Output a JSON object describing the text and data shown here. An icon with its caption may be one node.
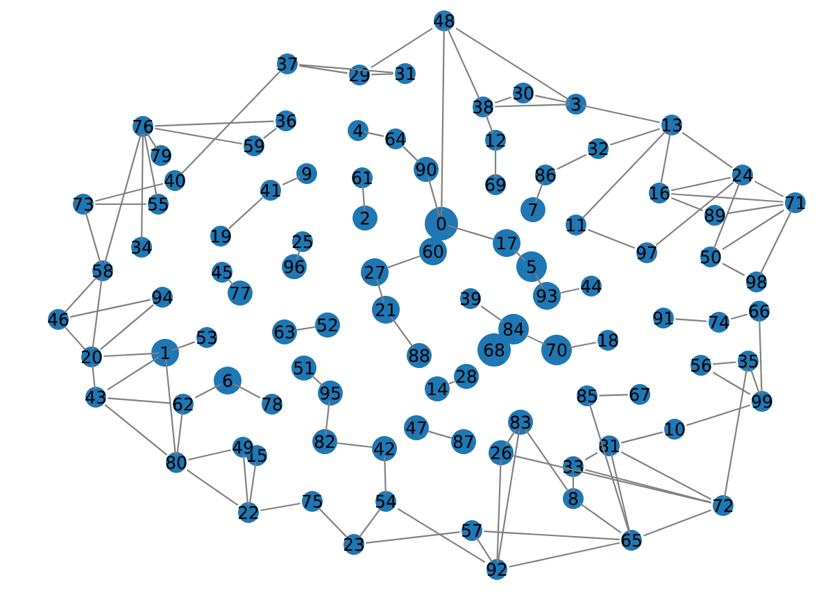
{
  "diagram": {
    "nodes": [
      {
        "text": [
          "0"
        ]
      },
      {
        "text": [
          "1"
        ]
      },
      {
        "text": [
          "2"
        ]
      },
      {
        "text": [
          "3"
        ]
      },
      {
        "text": [
          "4"
        ]
      },
      {
        "text": [
          "5"
        ]
      },
      {
        "text": [
          "6"
        ]
      },
      {
        "text": [
          "7"
        ]
      },
      {
        "text": [
          "8"
        ]
      },
      {
        "text": [
          "9"
        ]
      },
      {
        "text": [
          "10"
        ]
      },
      {
        "text": [
          "11"
        ]
      },
      {
        "text": [
          "12"
        ]
      },
      {
        "text": [
          "13"
        ]
      },
      {
        "text": [
          "14"
        ]
      },
      {
        "text": [
          "15"
        ]
      },
      {
        "text": [
          "16"
        ]
      },
      {
        "text": [
          "17"
        ]
      },
      {
        "text": [
          "18"
        ]
      },
      {
        "text": [
          "19"
        ]
      },
      {
        "text": [
          "20"
        ]
      },
      {
        "text": [
          "21"
        ]
      },
      {
        "text": [
          "22"
        ]
      },
      {
        "text": [
          "23"
        ]
      },
      {
        "text": [
          "24"
        ]
      },
      {
        "text": [
          "25"
        ]
      },
      {
        "text": [
          "26"
        ]
      },
      {
        "text": [
          "27"
        ]
      },
      {
        "text": [
          "28"
        ]
      },
      {
        "text": [
          "29"
        ]
      },
      {
        "text": [
          "30"
        ]
      },
      {
        "text": [
          "31"
        ]
      },
      {
        "text": [
          "32"
        ]
      },
      {
        "text": [
          "33"
        ]
      },
      {
        "text": [
          "34"
        ]
      },
      {
        "text": [
          "35"
        ]
      },
      {
        "text": [
          "36"
        ]
      },
      {
        "text": [
          "37"
        ]
      },
      {
        "text": [
          "38"
        ]
      },
      {
        "text": [
          "39"
        ]
      },
      {
        "text": [
          "40"
        ]
      },
      {
        "text": [
          "41"
        ]
      },
      {
        "text": [
          "42"
        ]
      },
      {
        "text": [
          "43"
        ]
      },
      {
        "text": [
          "44"
        ]
      },
      {
        "text": [
          "45"
        ]
      },
      {
        "text": [
          "46"
        ]
      },
      {
        "text": [
          "47"
        ]
      },
      {
        "text": [
          "48"
        ]
      },
      {
        "text": [
          "49"
        ]
      },
      {
        "text": [
          "50"
        ]
      },
      {
        "text": [
          "51"
        ]
      },
      {
        "text": [
          "52"
        ]
      },
      {
        "text": [
          "53"
        ]
      },
      {
        "text": [
          "54"
        ]
      },
      {
        "text": [
          "55"
        ]
      },
      {
        "text": [
          "56"
        ]
      },
      {
        "text": [
          "57"
        ]
      },
      {
        "text": [
          "58"
        ]
      },
      {
        "text": [
          "59"
        ]
      },
      {
        "text": [
          "60"
        ]
      },
      {
        "text": [
          "61"
        ]
      },
      {
        "text": [
          "62"
        ]
      },
      {
        "text": [
          "63"
        ]
      },
      {
        "text": [
          "64"
        ]
      },
      {
        "text": [
          "65"
        ]
      },
      {
        "text": [
          "66"
        ]
      },
      {
        "text": [
          "67"
        ]
      },
      {
        "text": [
          "68"
        ]
      },
      {
        "text": [
          "69"
        ]
      },
      {
        "text": [
          "70"
        ]
      },
      {
        "text": [
          "71"
        ]
      },
      {
        "text": [
          "72"
        ]
      },
      {
        "text": [
          "73"
        ]
      },
      {
        "text": [
          "74"
        ]
      },
      {
        "text": [
          "75"
        ]
      },
      {
        "text": [
          "76"
        ]
      },
      {
        "text": [
          "77"
        ]
      },
      {
        "text": [
          "78"
        ]
      },
      {
        "text": [
          "79"
        ]
      },
      {
        "text": [
          "80"
        ]
      },
      {
        "text": [
          "81"
        ]
      },
      {
        "text": [
          "82"
        ]
      },
      {
        "text": [
          "83"
        ]
      },
      {
        "text": [
          "84"
        ]
      },
      {
        "text": [
          "85"
        ]
      },
      {
        "text": [
          "86"
        ]
      },
      {
        "text": [
          "87"
        ]
      },
      {
        "text": [
          "88"
        ]
      },
      {
        "text": [
          "89"
        ]
      },
      {
        "text": [
          "90"
        ]
      },
      {
        "text": [
          "91"
        ]
      },
      {
        "text": [
          "92"
        ]
      },
      {
        "text": [
          "93"
        ]
      },
      {
        "text": [
          "94"
        ]
      },
      {
        "text": [
          "95"
        ]
      },
      {
        "text": [
          "96"
        ]
      },
      {
        "text": [
          "97"
        ]
      },
      {
        "text": [
          "98"
        ]
      },
      {
        "text": [
          "99"
        ]
      }
    ],
    "edges": [
      {
        "from": 48,
        "to": 38,
        "arrow": "none"
      },
      {
        "from": 48,
        "to": 3,
        "arrow": "none"
      },
      {
        "from": 48,
        "to": 0,
        "arrow": "none"
      },
      {
        "from": 48,
        "to": 29,
        "arrow": "none"
      },
      {
        "from": 37,
        "to": 29,
        "arrow": "none"
      },
      {
        "from": 37,
        "to": 40,
        "arrow": "none"
      },
      {
        "from": 37,
        "to": 31,
        "arrow": "none"
      },
      {
        "from": 76,
        "to": 36,
        "arrow": "none"
      },
      {
        "from": 76,
        "to": 79,
        "arrow": "none"
      },
      {
        "from": 76,
        "to": 55,
        "arrow": "none"
      },
      {
        "from": 76,
        "to": 58,
        "arrow": "none"
      },
      {
        "from": 76,
        "to": 59,
        "arrow": "none"
      },
      {
        "from": 76,
        "to": 34,
        "arrow": "none"
      },
      {
        "from": 73,
        "to": 55,
        "arrow": "none"
      },
      {
        "from": 73,
        "to": 58,
        "arrow": "none"
      },
      {
        "from": 73,
        "to": 40,
        "arrow": "none"
      },
      {
        "from": 13,
        "to": 3,
        "arrow": "none"
      },
      {
        "from": 13,
        "to": 32,
        "arrow": "none"
      },
      {
        "from": 13,
        "to": 24,
        "arrow": "none"
      },
      {
        "from": 13,
        "to": 16,
        "arrow": "none"
      },
      {
        "from": 13,
        "to": 11,
        "arrow": "none"
      },
      {
        "from": 24,
        "to": 71,
        "arrow": "none"
      },
      {
        "from": 24,
        "to": 16,
        "arrow": "none"
      },
      {
        "from": 24,
        "to": 50,
        "arrow": "none"
      },
      {
        "from": 24,
        "to": 97,
        "arrow": "none"
      },
      {
        "from": 71,
        "to": 89,
        "arrow": "none"
      },
      {
        "from": 71,
        "to": 16,
        "arrow": "none"
      },
      {
        "from": 71,
        "to": 50,
        "arrow": "none"
      },
      {
        "from": 71,
        "to": 98,
        "arrow": "none"
      },
      {
        "from": 3,
        "to": 30,
        "arrow": "none"
      },
      {
        "from": 3,
        "to": 38,
        "arrow": "none"
      },
      {
        "from": 99,
        "to": 35,
        "arrow": "none"
      },
      {
        "from": 99,
        "to": 10,
        "arrow": "none"
      },
      {
        "from": 99,
        "to": 66,
        "arrow": "none"
      },
      {
        "from": 99,
        "to": 56,
        "arrow": "none"
      },
      {
        "from": 72,
        "to": 65,
        "arrow": "none"
      },
      {
        "from": 72,
        "to": 35,
        "arrow": "none"
      },
      {
        "from": 72,
        "to": 81,
        "arrow": "none"
      },
      {
        "from": 72,
        "to": 33,
        "arrow": "none"
      },
      {
        "from": 72,
        "to": 26,
        "arrow": "none"
      },
      {
        "from": 65,
        "to": 81,
        "arrow": "none"
      },
      {
        "from": 65,
        "to": 57,
        "arrow": "none"
      },
      {
        "from": 65,
        "to": 85,
        "arrow": "none"
      },
      {
        "from": 65,
        "to": 8,
        "arrow": "none"
      },
      {
        "from": 92,
        "to": 57,
        "arrow": "none"
      },
      {
        "from": 92,
        "to": 26,
        "arrow": "none"
      },
      {
        "from": 92,
        "to": 65,
        "arrow": "none"
      },
      {
        "from": 92,
        "to": 83,
        "arrow": "none"
      },
      {
        "from": 92,
        "to": 54,
        "arrow": "none"
      },
      {
        "from": 22,
        "to": 80,
        "arrow": "none"
      },
      {
        "from": 22,
        "to": 75,
        "arrow": "none"
      },
      {
        "from": 22,
        "to": 15,
        "arrow": "none"
      },
      {
        "from": 22,
        "to": 49,
        "arrow": "none"
      },
      {
        "from": 23,
        "to": 75,
        "arrow": "none"
      },
      {
        "from": 23,
        "to": 54,
        "arrow": "none"
      },
      {
        "from": 23,
        "to": 57,
        "arrow": "none"
      },
      {
        "from": 80,
        "to": 62,
        "arrow": "none"
      },
      {
        "from": 80,
        "to": 43,
        "arrow": "none"
      },
      {
        "from": 80,
        "to": 49,
        "arrow": "none"
      },
      {
        "from": 80,
        "to": 1,
        "arrow": "none"
      },
      {
        "from": 43,
        "to": 20,
        "arrow": "none"
      },
      {
        "from": 43,
        "to": 62,
        "arrow": "none"
      },
      {
        "from": 43,
        "to": 1,
        "arrow": "none"
      },
      {
        "from": 46,
        "to": 20,
        "arrow": "none"
      },
      {
        "from": 46,
        "to": 94,
        "arrow": "none"
      },
      {
        "from": 46,
        "to": 58,
        "arrow": "none"
      },
      {
        "from": 20,
        "to": 1,
        "arrow": "none"
      },
      {
        "from": 20,
        "to": 58,
        "arrow": "none"
      },
      {
        "from": 20,
        "to": 94,
        "arrow": "none"
      },
      {
        "from": 8,
        "to": 33,
        "arrow": "none"
      },
      {
        "from": 8,
        "to": 83,
        "arrow": "none"
      },
      {
        "from": 0,
        "to": 90,
        "arrow": "none"
      },
      {
        "from": 0,
        "to": 17,
        "arrow": "none"
      },
      {
        "from": 5,
        "to": 93,
        "arrow": "none"
      },
      {
        "from": 70,
        "to": 84,
        "arrow": "none"
      },
      {
        "from": 27,
        "to": 21,
        "arrow": "none"
      },
      {
        "from": 2,
        "to": 61,
        "arrow": "none"
      },
      {
        "from": 25,
        "to": 96,
        "arrow": "none"
      },
      {
        "from": 52,
        "to": 63,
        "arrow": "none"
      },
      {
        "from": 51,
        "to": 95,
        "arrow": "none"
      },
      {
        "from": 14,
        "to": 28,
        "arrow": "none"
      },
      {
        "from": 88,
        "to": 21,
        "arrow": "none"
      },
      {
        "from": 17,
        "to": 5,
        "arrow": "none"
      },
      {
        "from": 7,
        "to": 86,
        "arrow": "none"
      },
      {
        "from": 69,
        "to": 12,
        "arrow": "none"
      },
      {
        "from": 12,
        "to": 38,
        "arrow": "none"
      },
      {
        "from": 32,
        "to": 86,
        "arrow": "none"
      },
      {
        "from": 11,
        "to": 97,
        "arrow": "none"
      },
      {
        "from": 44,
        "to": 93,
        "arrow": "none"
      },
      {
        "from": 91,
        "to": 74,
        "arrow": "none"
      },
      {
        "from": 56,
        "to": 35,
        "arrow": "none"
      },
      {
        "from": 67,
        "to": 85,
        "arrow": "none"
      },
      {
        "from": 18,
        "to": 70,
        "arrow": "none"
      },
      {
        "from": 10,
        "to": 81,
        "arrow": "none"
      },
      {
        "from": 47,
        "to": 87,
        "arrow": "none"
      },
      {
        "from": 26,
        "to": 83,
        "arrow": "none"
      },
      {
        "from": 82,
        "to": 42,
        "arrow": "none"
      },
      {
        "from": 78,
        "to": 6,
        "arrow": "none"
      },
      {
        "from": 53,
        "to": 1,
        "arrow": "none"
      },
      {
        "from": 77,
        "to": 45,
        "arrow": "none"
      },
      {
        "from": 19,
        "to": 41,
        "arrow": "none"
      },
      {
        "from": 9,
        "to": 41,
        "arrow": "none"
      },
      {
        "from": 59,
        "to": 36,
        "arrow": "none"
      },
      {
        "from": 4,
        "to": 64,
        "arrow": "none"
      },
      {
        "from": 90,
        "to": 64,
        "arrow": "none"
      },
      {
        "from": 31,
        "to": 29,
        "arrow": "none"
      },
      {
        "from": 30,
        "to": 38,
        "arrow": "none"
      },
      {
        "from": 16,
        "to": 89,
        "arrow": "none"
      },
      {
        "from": 50,
        "to": 98,
        "arrow": "none"
      },
      {
        "from": 66,
        "to": 74,
        "arrow": "none"
      },
      {
        "from": 6,
        "to": 62,
        "arrow": "none"
      },
      {
        "from": 82,
        "to": 95,
        "arrow": "none"
      },
      {
        "from": 42,
        "to": 54,
        "arrow": "none"
      },
      {
        "from": 39,
        "to": 84,
        "arrow": "none"
      },
      {
        "from": 60,
        "to": 27,
        "arrow": "none"
      },
      {
        "from": 33,
        "to": 81,
        "arrow": "none"
      }
    ]
  }
}
